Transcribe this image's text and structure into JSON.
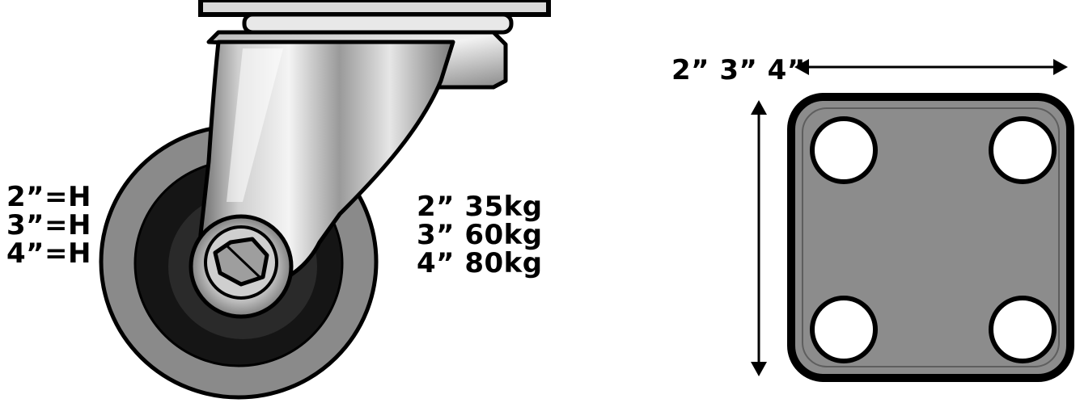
{
  "height_labels": [
    "2”=H",
    "3”=H",
    "4”=H"
  ],
  "load_labels": [
    "2” 35kg",
    "3” 60kg",
    "4” 80kg"
  ],
  "plate_size_label": "2” 3” 4”",
  "colors": {
    "wheel_tread": "#8a8a8a",
    "wheel_core": "#151515",
    "plate_fill": "#8c8c8c",
    "outline": "#000000"
  }
}
